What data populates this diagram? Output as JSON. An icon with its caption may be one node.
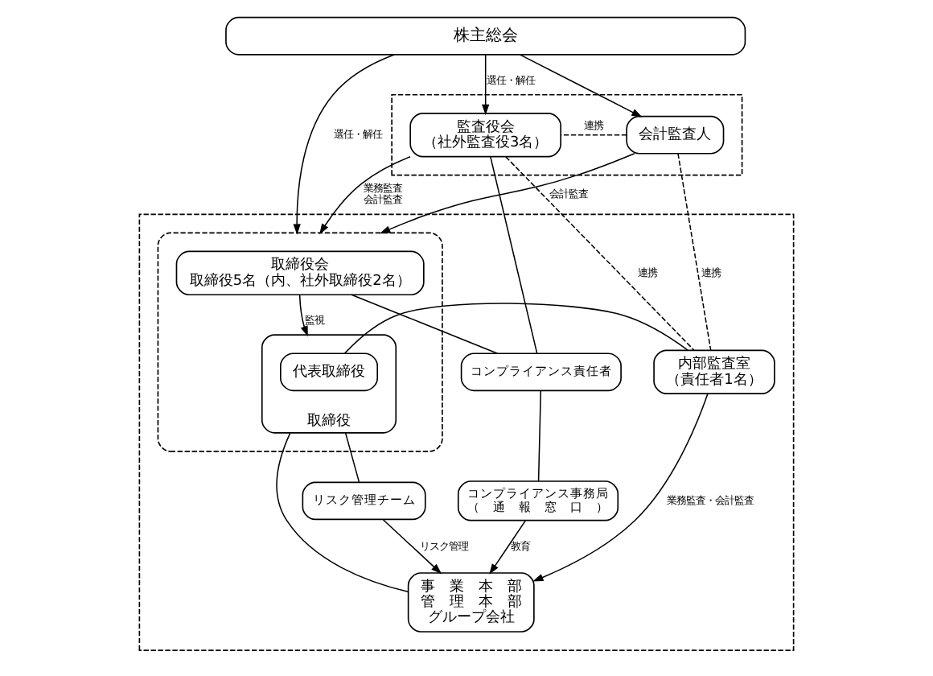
{
  "diagram": {
    "nodes": [
      {
        "text": [
          "株主総会"
        ]
      },
      {
        "text": [],
        "shape": "box"
      },
      {
        "text": [],
        "shape": "box",
        "in": 1
      },
      {
        "text": [
          "取締役会",
          "取締役5名（内、社外取締役2名）"
        ],
        "in": 2
      },
      {
        "text": [
          "取締役"
        ],
        "in": 2
      },
      {
        "text": [
          "代表取締役"
        ],
        "in": 4
      },
      {
        "text": [],
        "shape": "box"
      },
      {
        "text": [
          "会計監査人"
        ],
        "in": 6
      },
      {
        "text": [
          "監査役会",
          "（社外監査役3名）"
        ],
        "in": 6
      },
      {
        "text": [
          "内部監査室",
          "（責任者1名）"
        ],
        "in": 1
      },
      {
        "text": [
          "リスク管理チーム"
        ],
        "in": 1
      },
      {
        "text": [
          "事　業　本　部",
          "管　理　本　部",
          "グループ会社"
        ],
        "in": 1
      },
      {
        "text": [
          "コンプライアンス責任者"
        ],
        "in": 1
      },
      {
        "text": [
          "コンプライアンス事務局",
          "（　通　報　窓　口　）"
        ],
        "in": 1
      }
    ],
    "edges": [
      {
        "from": 0,
        "to": 2,
        "arrow": "to",
        "label": "選任・解任"
      },
      {
        "from": 0,
        "to": 7,
        "arrow": "to"
      },
      {
        "from": 0,
        "to": 8,
        "arrow": "to",
        "label": "選任・解任"
      },
      {
        "from": 7,
        "to": 2,
        "arrow": "to",
        "label": "会計監査"
      },
      {
        "from": 8,
        "to": 2,
        "arrow": "to",
        "label": "業務監査会計監査"
      },
      {
        "from": 7,
        "to": 9,
        "arrow": "none",
        "style": "dashed",
        "label": "連携"
      },
      {
        "from": 7,
        "to": 8,
        "arrow": "none",
        "style": "dashed",
        "label": "連携"
      },
      {
        "from": 8,
        "to": 9,
        "arrow": "none",
        "style": "dashed",
        "label": "連携"
      },
      {
        "from": 3,
        "to": 4,
        "arrow": "to",
        "label": "監視"
      },
      {
        "from": 5,
        "to": 9,
        "arrow": "none"
      },
      {
        "from": 4,
        "to": 10,
        "arrow": "none"
      },
      {
        "from": 4,
        "to": 11,
        "arrow": "none"
      },
      {
        "from": 3,
        "to": 12,
        "arrow": "none"
      },
      {
        "from": 8,
        "to": 12,
        "arrow": "none"
      },
      {
        "from": 12,
        "to": 13,
        "arrow": "none"
      },
      {
        "from": 9,
        "to": 11,
        "arrow": "to",
        "label": "業務監査・会計監査"
      },
      {
        "from": 10,
        "to": 11,
        "arrow": "to",
        "label": "リスク管理"
      },
      {
        "from": 13,
        "to": 11,
        "arrow": "to",
        "label": "教育"
      }
    ]
  }
}
